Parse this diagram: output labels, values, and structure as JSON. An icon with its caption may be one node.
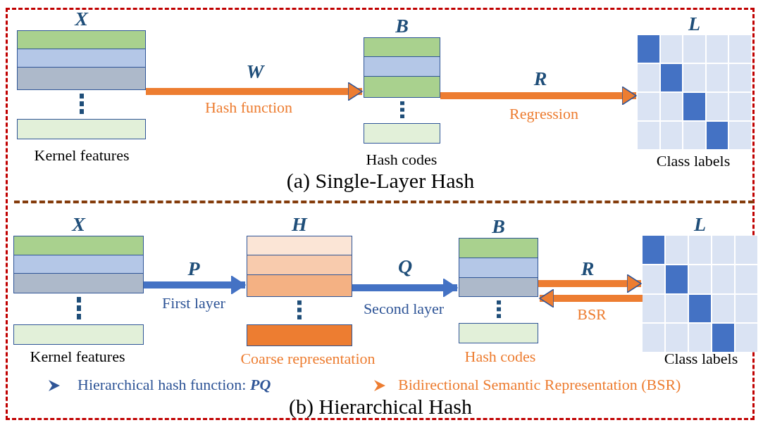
{
  "diagram": {
    "nodes": [
      {
        "text": [
          "X"
        ],
        "beside": [
          "Kernel features"
        ]
      },
      {
        "text": [
          "B"
        ],
        "beside": [
          "Hash codes"
        ]
      },
      {
        "text": [
          "L"
        ],
        "beside": [
          "Class labels"
        ]
      },
      {
        "text": [
          "X"
        ],
        "beside": [
          "Kernel features"
        ]
      },
      {
        "text": [
          "H"
        ],
        "beside": [
          "Coarse representation"
        ]
      },
      {
        "text": [
          "B"
        ],
        "beside": [
          "Hash codes"
        ]
      },
      {
        "text": [
          "L"
        ],
        "beside": [
          "Class labels"
        ]
      }
    ],
    "edges": [
      {
        "from": 0,
        "to": 1,
        "arrow": "to",
        "label": "W"
      },
      {
        "from": 1,
        "to": 2,
        "arrow": "to",
        "label": "R"
      },
      {
        "from": 3,
        "to": 4,
        "arrow": "to",
        "label": "P",
        "color": "#4472c4"
      },
      {
        "from": 4,
        "to": 5,
        "arrow": "to",
        "label": "Q",
        "color": "#4472c4"
      },
      {
        "from": 5,
        "to": 6,
        "arrow": "to",
        "label": "R"
      },
      {
        "from": 6,
        "to": 5,
        "arrow": "to",
        "label": "BSR"
      }
    ],
    "labels": [
      "Hash function",
      "Regression",
      "(a) Single-Layer Hash",
      "First layer",
      "Second layer",
      "Hierarchical hash function: **PQ**",
      "Bidirectional Semantic Representation (BSR)",
      "(b) Hierarchical Hash"
    ]
  }
}
